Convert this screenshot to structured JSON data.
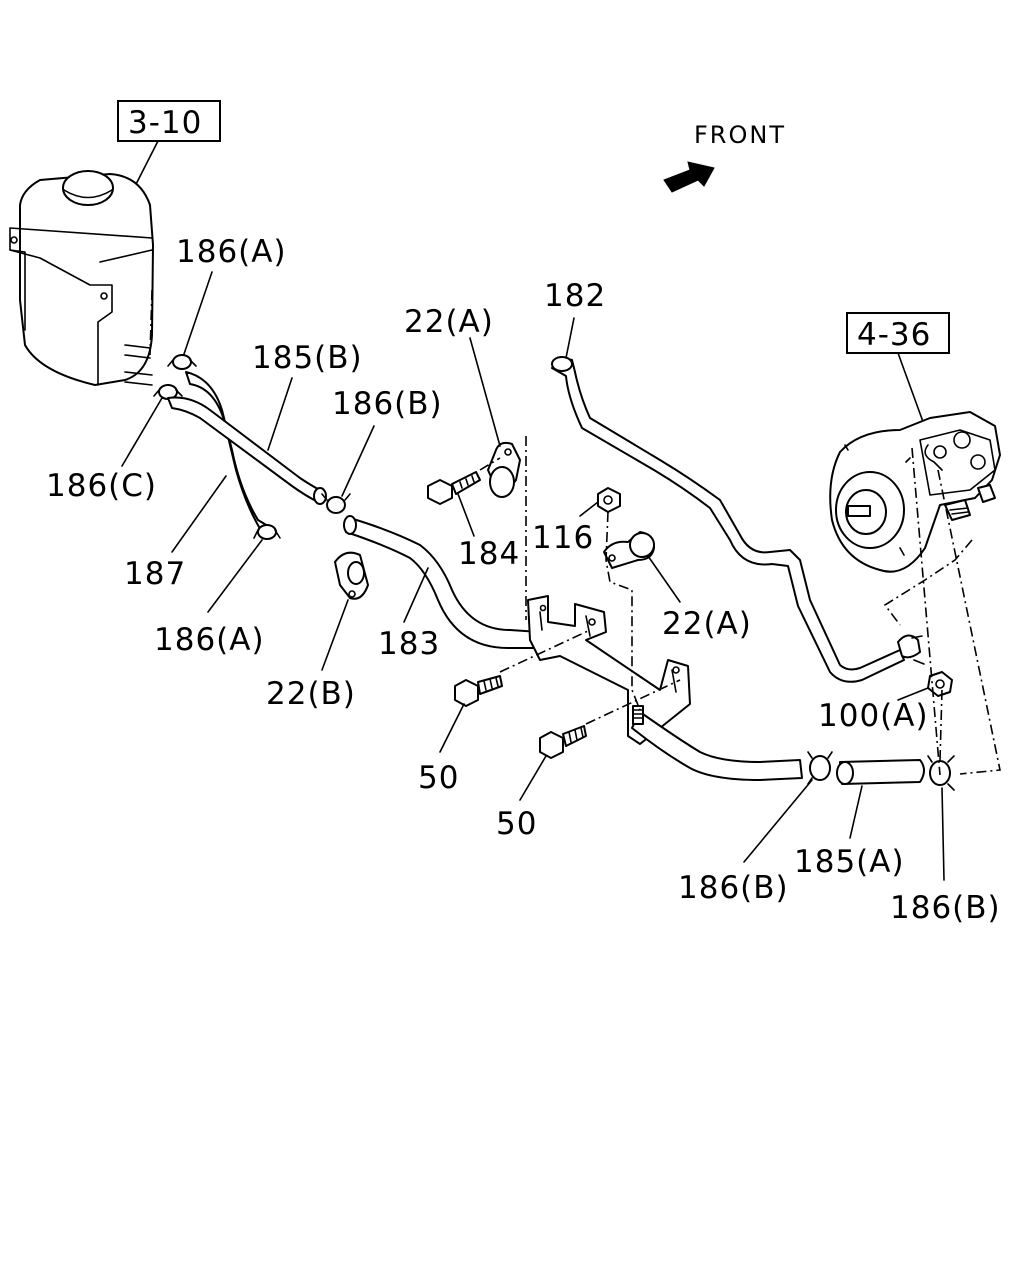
{
  "direction_label": "FRONT",
  "boxed_refs": {
    "reservoir": "3-10",
    "pump": "4-36"
  },
  "callouts": {
    "c186A_top": "186(A)",
    "c185B": "185(B)",
    "c186B_top": "186(B)",
    "c22A_top": "22(A)",
    "c182": "182",
    "c186C": "186(C)",
    "c187": "187",
    "c186A_bottom": "186(A)",
    "c184": "184",
    "c116": "116",
    "c22A_mid": "22(A)",
    "c183": "183",
    "c22B": "22(B)",
    "c100A": "100(A)",
    "c50_upper": "50",
    "c50_lower": "50",
    "c186B_bottom_left": "186(B)",
    "c185A": "185(A)",
    "c186B_bottom_right": "186(B)"
  }
}
